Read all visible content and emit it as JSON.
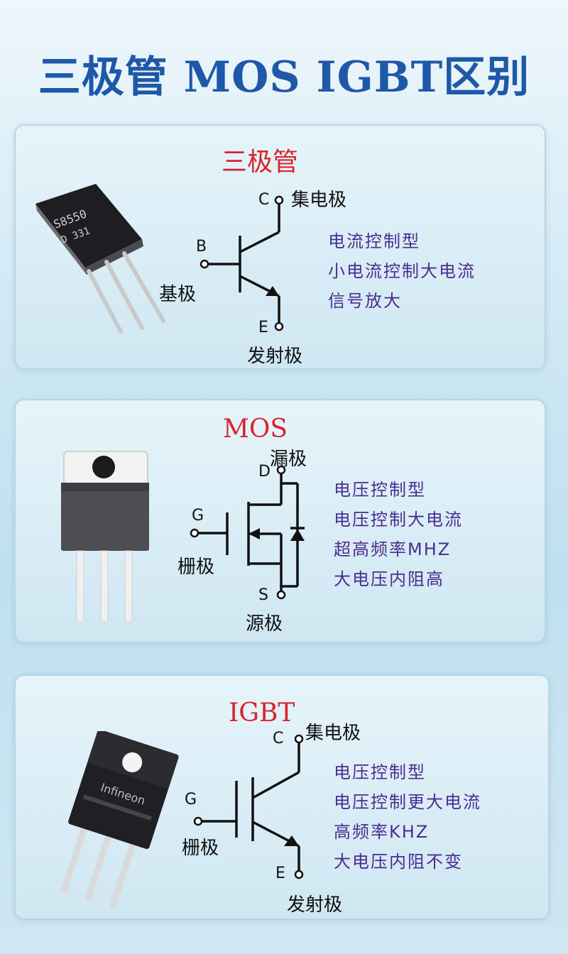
{
  "page_title": "三极管 MOS IGBT区别",
  "cards": [
    {
      "title": "三极管",
      "pins": {
        "c": "C",
        "b": "B",
        "e": "E"
      },
      "pin_names": {
        "top": "集电极",
        "gate": "基极",
        "bottom": "发射极"
      },
      "features": [
        "电流控制型",
        "小电流控制大电流",
        "信号放大"
      ],
      "package_marking": [
        "S8550",
        "D 331"
      ]
    },
    {
      "title": "MOS",
      "pins": {
        "d": "D",
        "g": "G",
        "s": "S"
      },
      "pin_names": {
        "top": "漏极",
        "gate": "栅极",
        "bottom": "源极"
      },
      "features": [
        "电压控制型",
        "电压控制大电流",
        "超高频率MHZ",
        "大电压内阻高"
      ]
    },
    {
      "title": "IGBT",
      "pins": {
        "c": "C",
        "g": "G",
        "e": "E"
      },
      "pin_names": {
        "top": "集电极",
        "gate": "栅极",
        "bottom": "发射极"
      },
      "features": [
        "电压控制型",
        "电压控制更大电流",
        "高频率KHZ",
        "大电压内阻不变"
      ],
      "package_marking": [
        "Infineon"
      ]
    }
  ],
  "colors": {
    "title": "#1e58a8",
    "card_title": "#d8252c",
    "feature": "#4b2d8f"
  }
}
